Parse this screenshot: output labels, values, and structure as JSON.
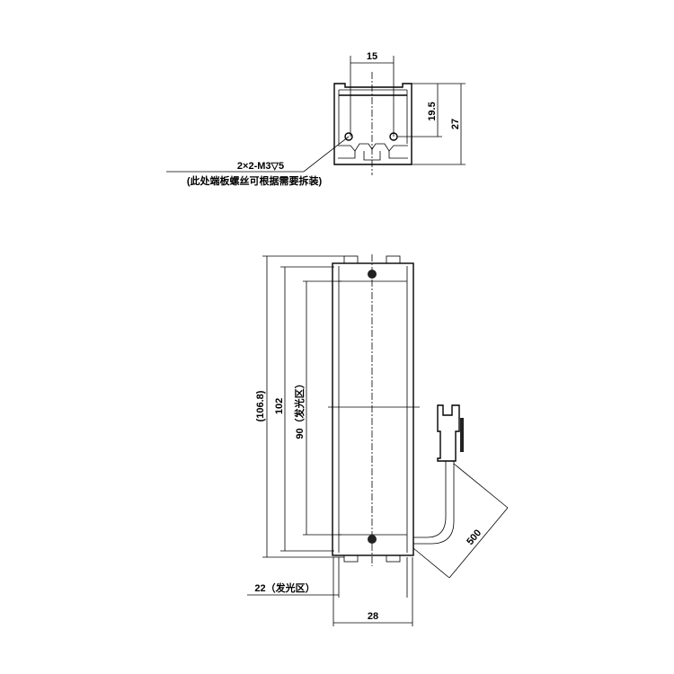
{
  "top_view": {
    "dim_width": "15",
    "dim_hole_height": "19.5",
    "dim_height": "27",
    "screw_note": "2×2-M3▽5",
    "screw_note_detail": "(此处端板螺丝可根据需要拆装)"
  },
  "front_view": {
    "dim_overall_length": "(106.8)",
    "dim_body_length": "102",
    "dim_emitting_length": "90（发光区）",
    "dim_emitting_width": "22（发光区）",
    "dim_width": "28",
    "dim_cable_length": "500"
  }
}
